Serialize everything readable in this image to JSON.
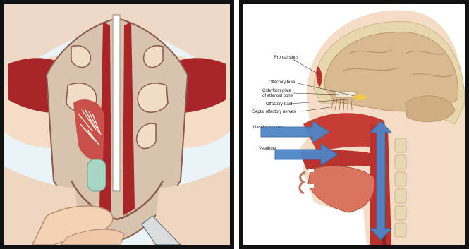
{
  "left_panel": {
    "colors": {
      "border": "#111111",
      "bg": "#e9f3f7",
      "cavity": "#a8262a",
      "mucosa": "#f0d4b8"
    }
  },
  "right_panel": {
    "labels": {
      "frontal_sinus": "Frontal sinus",
      "olfactory_bulb": "Olfactory bulb",
      "cribriform_line1": "Cribriform plate",
      "cribriform_line2": "of ethmoid bone",
      "olfactory_tract": "Olfactory tract",
      "septal_nerves": "Septal olfactory nerves",
      "nasal_passages": "Nasal passages",
      "vestibule": "Vestibule"
    },
    "colors": {
      "arrow": "#4f86c6",
      "skin": "#f3d7c0",
      "brain": "#d9b98f",
      "airway": "#b8332e"
    }
  }
}
